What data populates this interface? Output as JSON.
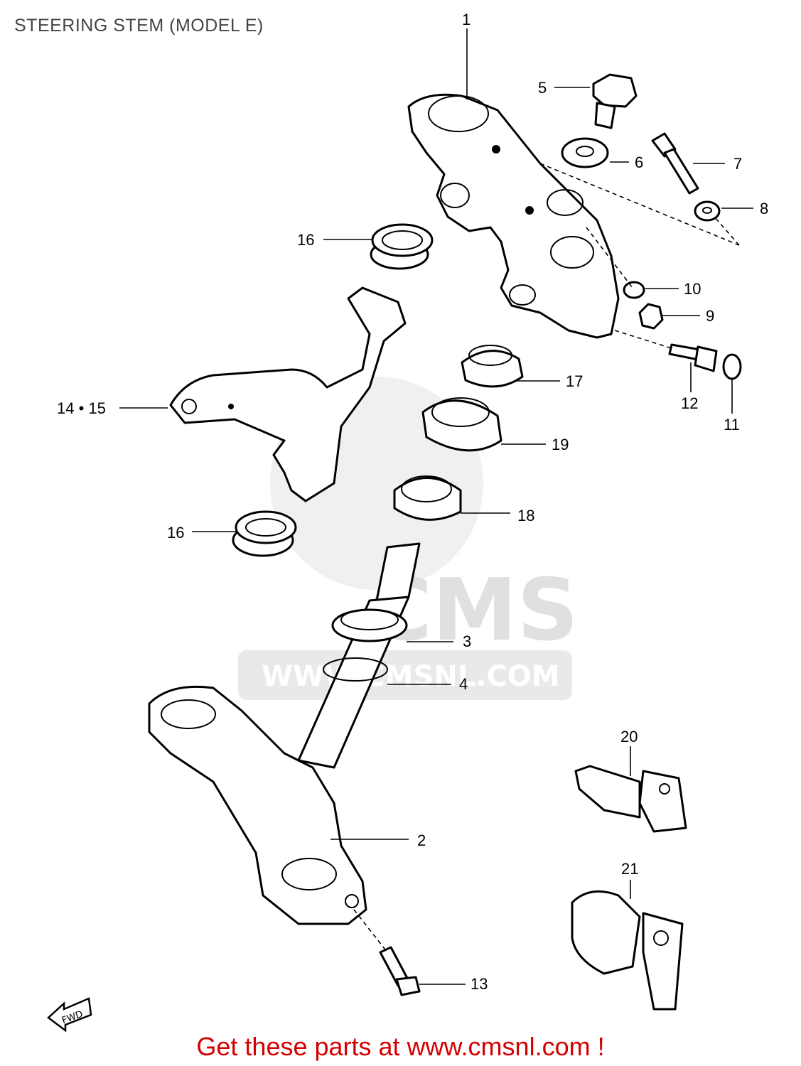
{
  "title": "STEERING STEM (MODEL E)",
  "footer": "Get these parts at www.cmsnl.com !",
  "watermark": {
    "logo_text": "CMS",
    "url_text": "WWW.CMSNL.COM"
  },
  "fwd_label": "FWD",
  "colors": {
    "footer": "#d40000",
    "lines": "#000000",
    "watermark": "#e0e0e0"
  },
  "callouts": [
    {
      "id": "1",
      "label": "1"
    },
    {
      "id": "2",
      "label": "2"
    },
    {
      "id": "3",
      "label": "3"
    },
    {
      "id": "4",
      "label": "4"
    },
    {
      "id": "5",
      "label": "5"
    },
    {
      "id": "6",
      "label": "6"
    },
    {
      "id": "7",
      "label": "7"
    },
    {
      "id": "8",
      "label": "8"
    },
    {
      "id": "9",
      "label": "9"
    },
    {
      "id": "10",
      "label": "10"
    },
    {
      "id": "11",
      "label": "11"
    },
    {
      "id": "12",
      "label": "12"
    },
    {
      "id": "13",
      "label": "13"
    },
    {
      "id": "14-15",
      "label": "14 • 15"
    },
    {
      "id": "16a",
      "label": "16"
    },
    {
      "id": "16b",
      "label": "16"
    },
    {
      "id": "17",
      "label": "17"
    },
    {
      "id": "18",
      "label": "18"
    },
    {
      "id": "19",
      "label": "19"
    },
    {
      "id": "20",
      "label": "20"
    },
    {
      "id": "21",
      "label": "21"
    }
  ]
}
